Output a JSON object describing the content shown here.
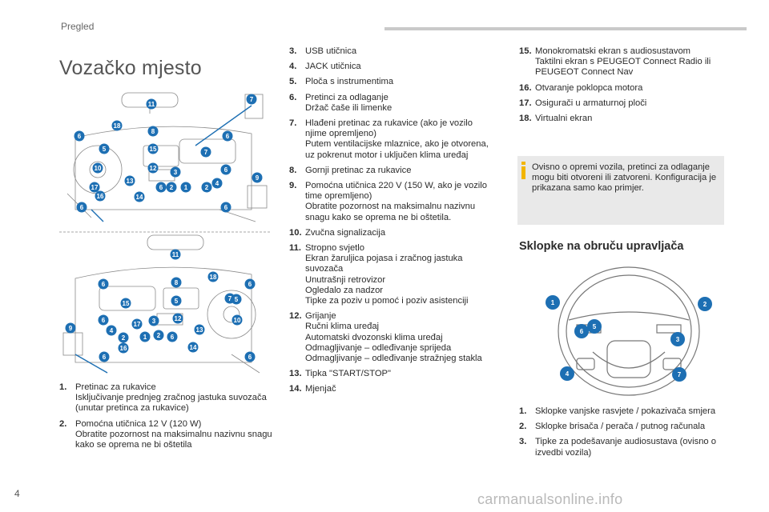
{
  "header": {
    "section": "Pregled"
  },
  "page_title": "Vozačko mjesto",
  "diagrams": {
    "lhd_badges": [
      "11",
      "7",
      "18",
      "8",
      "6",
      "6",
      "5",
      "15",
      "7",
      "10",
      "12",
      "6",
      "13",
      "3",
      "9",
      "17",
      "6",
      "2",
      "1",
      "2",
      "4",
      "16",
      "14",
      "6",
      "6"
    ],
    "rhd_badges": [
      "11",
      "18",
      "6",
      "8",
      "6",
      "5",
      "15",
      "7",
      "5",
      "6",
      "3",
      "10",
      "9",
      "4",
      "2",
      "17",
      "12",
      "13",
      "2",
      "6",
      "1",
      "14",
      "16",
      "6",
      "6"
    ]
  },
  "columns": {
    "col1": [
      {
        "num": "1.",
        "lines": [
          "Pretinac za rukavice",
          "Isključivanje prednjeg zračnog jastuka suvozača (unutar pretinca za rukavice)"
        ]
      },
      {
        "num": "2.",
        "lines": [
          "Pomoćna utičnica 12 V (120 W)",
          "Obratite pozornost na maksimalnu nazivnu snagu kako se oprema ne bi oštetila"
        ]
      }
    ],
    "col2": [
      {
        "num": "3.",
        "lines": [
          "USB utičnica"
        ]
      },
      {
        "num": "4.",
        "lines": [
          "JACK utičnica"
        ]
      },
      {
        "num": "5.",
        "lines": [
          "Ploča s instrumentima"
        ]
      },
      {
        "num": "6.",
        "lines": [
          "Pretinci za odlaganje",
          "Držač čaše ili limenke"
        ]
      },
      {
        "num": "7.",
        "lines": [
          "Hlađeni pretinac za rukavice (ako je vozilo njime opremljeno)",
          "Putem ventilacijske mlaznice, ako je otvorena, uz pokrenut motor i uključen klima uređaj"
        ]
      },
      {
        "num": "8.",
        "lines": [
          "Gornji pretinac za rukavice"
        ]
      },
      {
        "num": "9.",
        "lines": [
          "Pomoćna utičnica 220 V (150 W, ako je vozilo time opremljeno)",
          "Obratite pozornost na maksimalnu nazivnu snagu kako se oprema ne bi oštetila."
        ]
      },
      {
        "num": "10.",
        "lines": [
          "Zvučna signalizacija"
        ]
      },
      {
        "num": "11.",
        "lines": [
          "Stropno svjetlo",
          "Ekran žaruljica pojasa i zračnog jastuka suvozača",
          "Unutrašnji retrovizor",
          "Ogledalo za nadzor",
          "Tipke za poziv u pomoć i poziv asistenciji"
        ]
      },
      {
        "num": "12.",
        "lines": [
          "Grijanje",
          "Ručni klima uređaj",
          "Automatski dvozonski klima uređaj",
          "Odmagljivanje – odleđivanje sprijeda",
          "Odmagljivanje – odleđivanje stražnjeg stakla"
        ]
      },
      {
        "num": "13.",
        "lines": [
          "Tipka \"START/STOP\""
        ]
      },
      {
        "num": "14.",
        "lines": [
          "Mjenjač"
        ]
      }
    ],
    "col3": [
      {
        "num": "15.",
        "lines": [
          "Monokromatski ekran s audiosustavom",
          "Taktilni ekran s PEUGEOT Connect Radio ili PEUGEOT Connect Nav"
        ]
      },
      {
        "num": "16.",
        "lines": [
          "Otvaranje poklopca motora"
        ]
      },
      {
        "num": "17.",
        "lines": [
          "Osigurači u armaturnoj ploči"
        ]
      },
      {
        "num": "18.",
        "lines": [
          "Virtualni ekran"
        ]
      }
    ],
    "col3b": [
      {
        "num": "1.",
        "lines": [
          "Sklopke vanjske rasvjete / pokazivača smjera"
        ]
      },
      {
        "num": "2.",
        "lines": [
          "Sklopke brisača / perača / putnog računala"
        ]
      },
      {
        "num": "3.",
        "lines": [
          "Tipke za podešavanje audiosustava (ovisno o izvedbi vozila)"
        ]
      }
    ]
  },
  "info_box": {
    "icon": "info-icon",
    "text": "Ovisno o opremi vozila, pretinci za odlaganje mogu biti otvoreni ili zatvoreni. Konfiguracija je prikazana samo kao primjer."
  },
  "steering_heading": "Sklopke na obruču upravljača",
  "steering_badges": [
    "1",
    "2",
    "5",
    "6",
    "3",
    "4",
    "7"
  ],
  "footer": {
    "page_number": "4",
    "watermark": "carmanualsonline.info"
  },
  "colors": {
    "accent": "#1d6fb3",
    "info_icon": "#f2b500",
    "info_bg": "#e9e9e9"
  }
}
